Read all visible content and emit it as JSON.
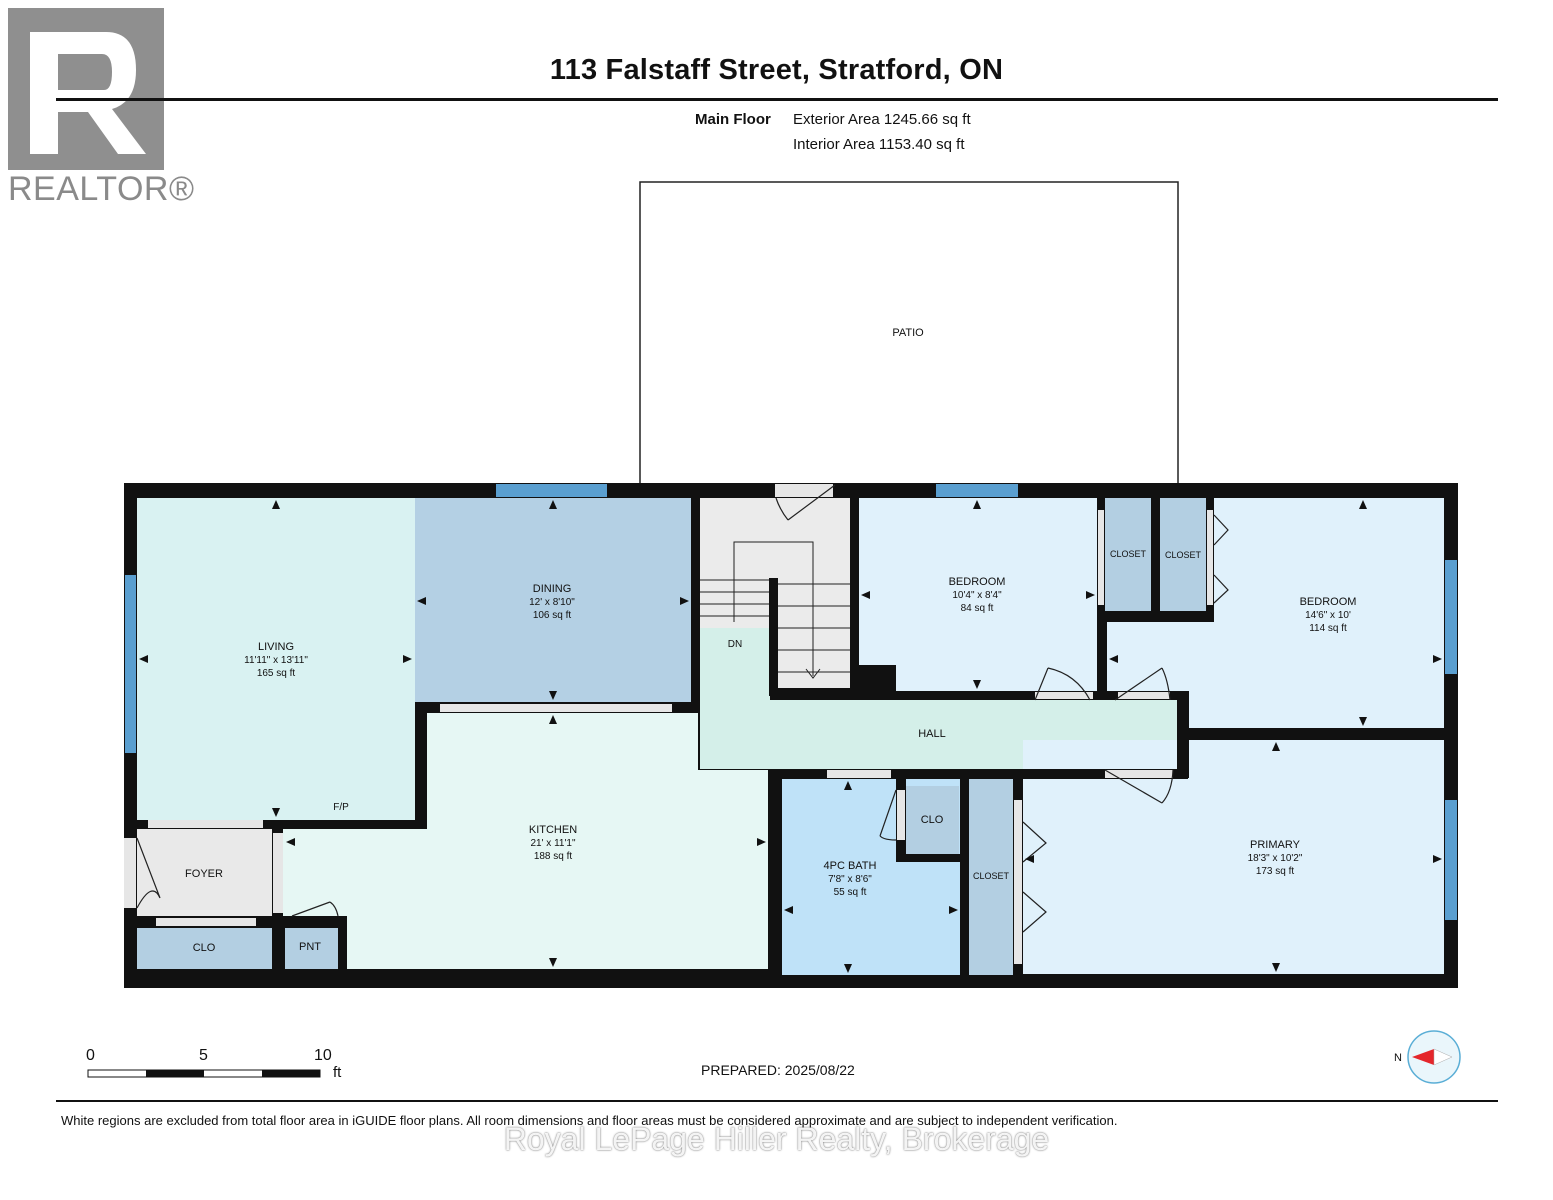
{
  "header": {
    "title": "113 Falstaff Street, Stratford, ON",
    "floor_label": "Main Floor",
    "exterior_area": "Exterior Area 1245.66 sq ft",
    "interior_area": "Interior Area 1153.40 sq ft"
  },
  "logo": {
    "wordmark": "REALTOR®"
  },
  "rooms": {
    "patio": {
      "name": "PATIO"
    },
    "living": {
      "name": "LIVING",
      "dims": "11'11\" x 13'11\"",
      "area": "165 sq ft",
      "fireplace": "F/P"
    },
    "dining": {
      "name": "DINING",
      "dims": "12' x 8'10\"",
      "area": "106 sq ft"
    },
    "kitchen": {
      "name": "KITCHEN",
      "dims": "21' x 11'1\"",
      "area": "188 sq ft"
    },
    "foyer": {
      "name": "FOYER"
    },
    "foyer_closet": {
      "name": "CLO"
    },
    "pantry": {
      "name": "PNT"
    },
    "stairs": {
      "name": "DN"
    },
    "bedroom1": {
      "name": "BEDROOM",
      "dims": "10'4\" x 8'4\"",
      "area": "84 sq ft"
    },
    "bedroom2": {
      "name": "BEDROOM",
      "dims": "14'6\" x 10'",
      "area": "114 sq ft"
    },
    "closet_a": {
      "name": "CLOSET"
    },
    "closet_b": {
      "name": "CLOSET"
    },
    "hall": {
      "name": "HALL"
    },
    "bath": {
      "name": "4PC BATH",
      "dims": "7'8\" x 8'6\"",
      "area": "55 sq ft"
    },
    "bath_closet": {
      "name": "CLO"
    },
    "primary_closet": {
      "name": "CLOSET"
    },
    "primary": {
      "name": "PRIMARY",
      "dims": "18'3\" x 10'2\"",
      "area": "173 sq ft"
    }
  },
  "scale": {
    "ticks": [
      "0",
      "5",
      "10"
    ],
    "unit": "ft"
  },
  "compass": {
    "label": "N"
  },
  "footer": {
    "prepared": "PREPARED: 2025/08/22",
    "disclaimer": "White regions are excluded from total floor area in iGUIDE floor plans. All room dimensions and floor areas must be considered approximate and are subject to independent verification.",
    "watermark": "Royal LePage Hiller Realty, Brokerage"
  },
  "colors": {
    "wall": "#111111",
    "living": "#d9f2f2",
    "dining": "#b4d0e4",
    "kitchen": "#e6f7f4",
    "hall": "#d4efe9",
    "bedroom": "#e0f1fb",
    "closet": "#b3cfe2",
    "bath": "#bfe2f8",
    "foyer": "#e9e9e9",
    "stairs": "#ebebeb",
    "window": "#5a9fd0",
    "compass_arrow": "#e4262b"
  }
}
